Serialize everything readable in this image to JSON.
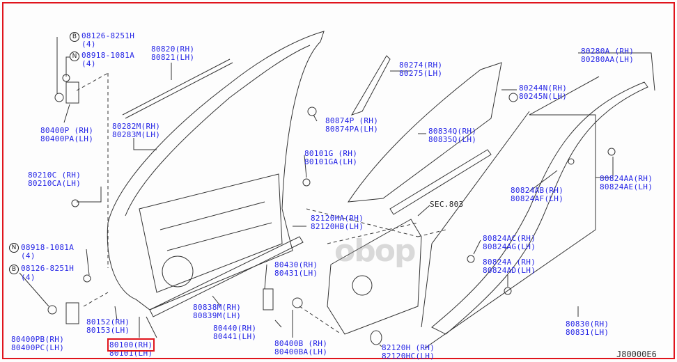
{
  "callouts": [
    {
      "id": "bolt-top",
      "symbol": "B",
      "part": "08126-8251H",
      "qty": "(4)"
    },
    {
      "id": "nut-top",
      "symbol": "N",
      "part": "08918-1081A",
      "qty": "(4)"
    },
    {
      "id": "nut-bottom",
      "symbol": "N",
      "part": "08918-1081A",
      "qty": "(4)"
    },
    {
      "id": "bolt-bottom",
      "symbol": "B",
      "part": "08126-8251H",
      "qty": "(4)"
    }
  ],
  "parts": {
    "p80820": {
      "rh": "80820(RH)",
      "lh": "80821(LH)"
    },
    "p80274": {
      "rh": "80274(RH)",
      "lh": "80275(LH)"
    },
    "p80280": {
      "rh": "80280A (RH)",
      "lh": "80280AA(LH)"
    },
    "p80244": {
      "rh": "80244N(RH)",
      "lh": "80245N(LH)"
    },
    "p80400P": {
      "rh": "80400P (RH)",
      "lh": "80400PA(LH)"
    },
    "p80282": {
      "rh": "80282M(RH)",
      "lh": "80283M(LH)"
    },
    "p80874": {
      "rh": "80874P (RH)",
      "lh": "80874PA(LH)"
    },
    "p80834": {
      "rh": "80834Q(RH)",
      "lh": "80835Q(LH)"
    },
    "p80101G": {
      "rh": "80101G (RH)",
      "lh": "80101GA(LH)"
    },
    "p80210": {
      "rh": "80210C (RH)",
      "lh": "80210CA(LH)"
    },
    "p80824AA": {
      "rh": "80824AA(RH)",
      "lh": "80824AE(LH)"
    },
    "p80824AB": {
      "rh": "80824AB(RH)",
      "lh": "80824AF(LH)"
    },
    "p82120HA": {
      "rh": "82120HA(RH)",
      "lh": "82120HB(LH)"
    },
    "p80824AC": {
      "rh": "80824AC(RH)",
      "lh": "80824AG(LH)"
    },
    "p80824A": {
      "rh": "80824A (RH)",
      "lh": "80824AD(LH)"
    },
    "p80430": {
      "rh": "80430(RH)",
      "lh": "80431(LH)"
    },
    "p80838": {
      "rh": "80838M(RH)",
      "lh": "80839M(LH)"
    },
    "p80152": {
      "rh": "80152(RH)",
      "lh": "80153(LH)"
    },
    "p80440": {
      "rh": "80440(RH)",
      "lh": "80441(LH)"
    },
    "p80400PB": {
      "rh": "80400PB(RH)",
      "lh": "80400PC(LH)"
    },
    "p80100": {
      "rh": "80100(RH)",
      "lh": "80101(LH)"
    },
    "p80400B": {
      "rh": "80400B (RH)",
      "lh": "80400BA(LH)"
    },
    "p82120H": {
      "rh": "82120H (RH)",
      "lh": "82120HC(LH)"
    },
    "p80830": {
      "rh": "80830(RH)",
      "lh": "80831(LH)"
    }
  },
  "section_ref": "SEC.803",
  "diagram_code": "J80000E6",
  "watermark": "obop",
  "highlight_color": "#e0141c",
  "label_color": "#2323e6"
}
